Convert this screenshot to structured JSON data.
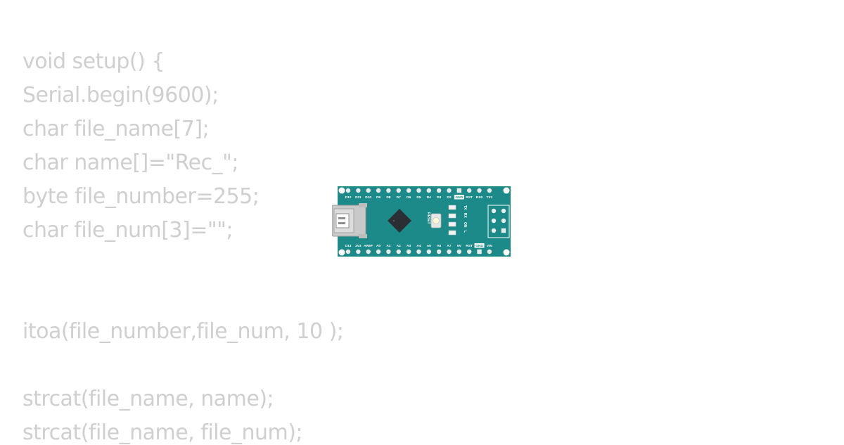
{
  "code_lines": [
    "void setup() {",
    "Serial.begin(9600);",
    "char file_name[7];",
    "char name[]=\"Rec_\";",
    "byte file_number=255;",
    "char file_num[3]=\"\";",
    "",
    "",
    "itoa(file_number,file_num, 10 );",
    "",
    "strcat(file_name, name);",
    "strcat(file_name, file_num);"
  ],
  "board": {
    "top_pins": [
      "D12",
      "D11",
      "D10",
      "D9",
      "D8",
      "D7",
      "D6",
      "D5",
      "D4",
      "D3",
      "D2",
      "GND",
      "RST",
      "RX0",
      "TX1"
    ],
    "bottom_pins": [
      "D13",
      "3V3",
      "AREF",
      "A0",
      "A1",
      "A2",
      "A3",
      "A4",
      "A5",
      "A6",
      "A7",
      "5V",
      "RST",
      "GND",
      "VIN"
    ],
    "reset_label": "RESET",
    "led_labels": [
      "TX",
      "RX",
      "ON",
      "L"
    ],
    "colors": {
      "pcb": "#1b8a88",
      "pad": "#e9ecec",
      "code_text": "#cfcfcf"
    }
  }
}
